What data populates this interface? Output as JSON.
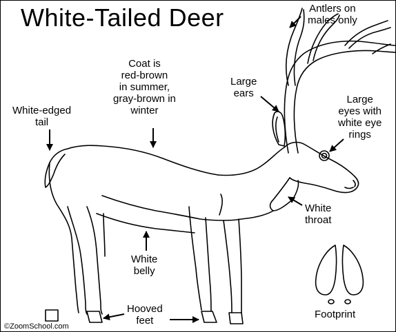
{
  "title": "White-Tailed Deer",
  "labels": {
    "antlers": [
      "Antlers on",
      "males only"
    ],
    "coat": [
      "Coat is",
      "red-brown",
      "in summer,",
      "gray-brown in",
      "winter"
    ],
    "ears": [
      "Large",
      "ears"
    ],
    "tail": [
      "White-edged",
      "tail"
    ],
    "eyes": [
      "Large",
      "eyes with",
      "white eye",
      "rings"
    ],
    "throat": [
      "White",
      "throat"
    ],
    "belly": [
      "White",
      "belly"
    ],
    "feet": [
      "Hooved",
      "feet"
    ],
    "footprint": "Footprint"
  },
  "copyright": "©ZoomSchool.com"
}
